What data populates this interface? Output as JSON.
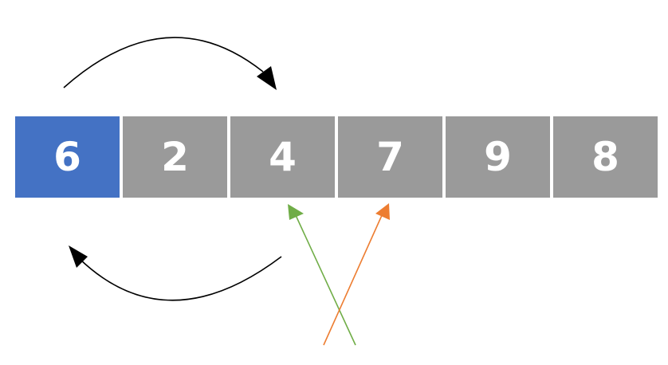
{
  "array": {
    "cells": [
      {
        "value": "6",
        "kind": "pivot"
      },
      {
        "value": "2",
        "kind": "normal"
      },
      {
        "value": "4",
        "kind": "normal"
      },
      {
        "value": "7",
        "kind": "normal"
      },
      {
        "value": "9",
        "kind": "normal"
      },
      {
        "value": "8",
        "kind": "normal"
      }
    ]
  },
  "colors": {
    "pivot": "#4472c4",
    "cell": "#9a9a9a",
    "cell_text": "#ffffff",
    "curved_arrows": "#000000",
    "green_pointer": "#70ad47",
    "orange_pointer": "#ed7d31"
  }
}
